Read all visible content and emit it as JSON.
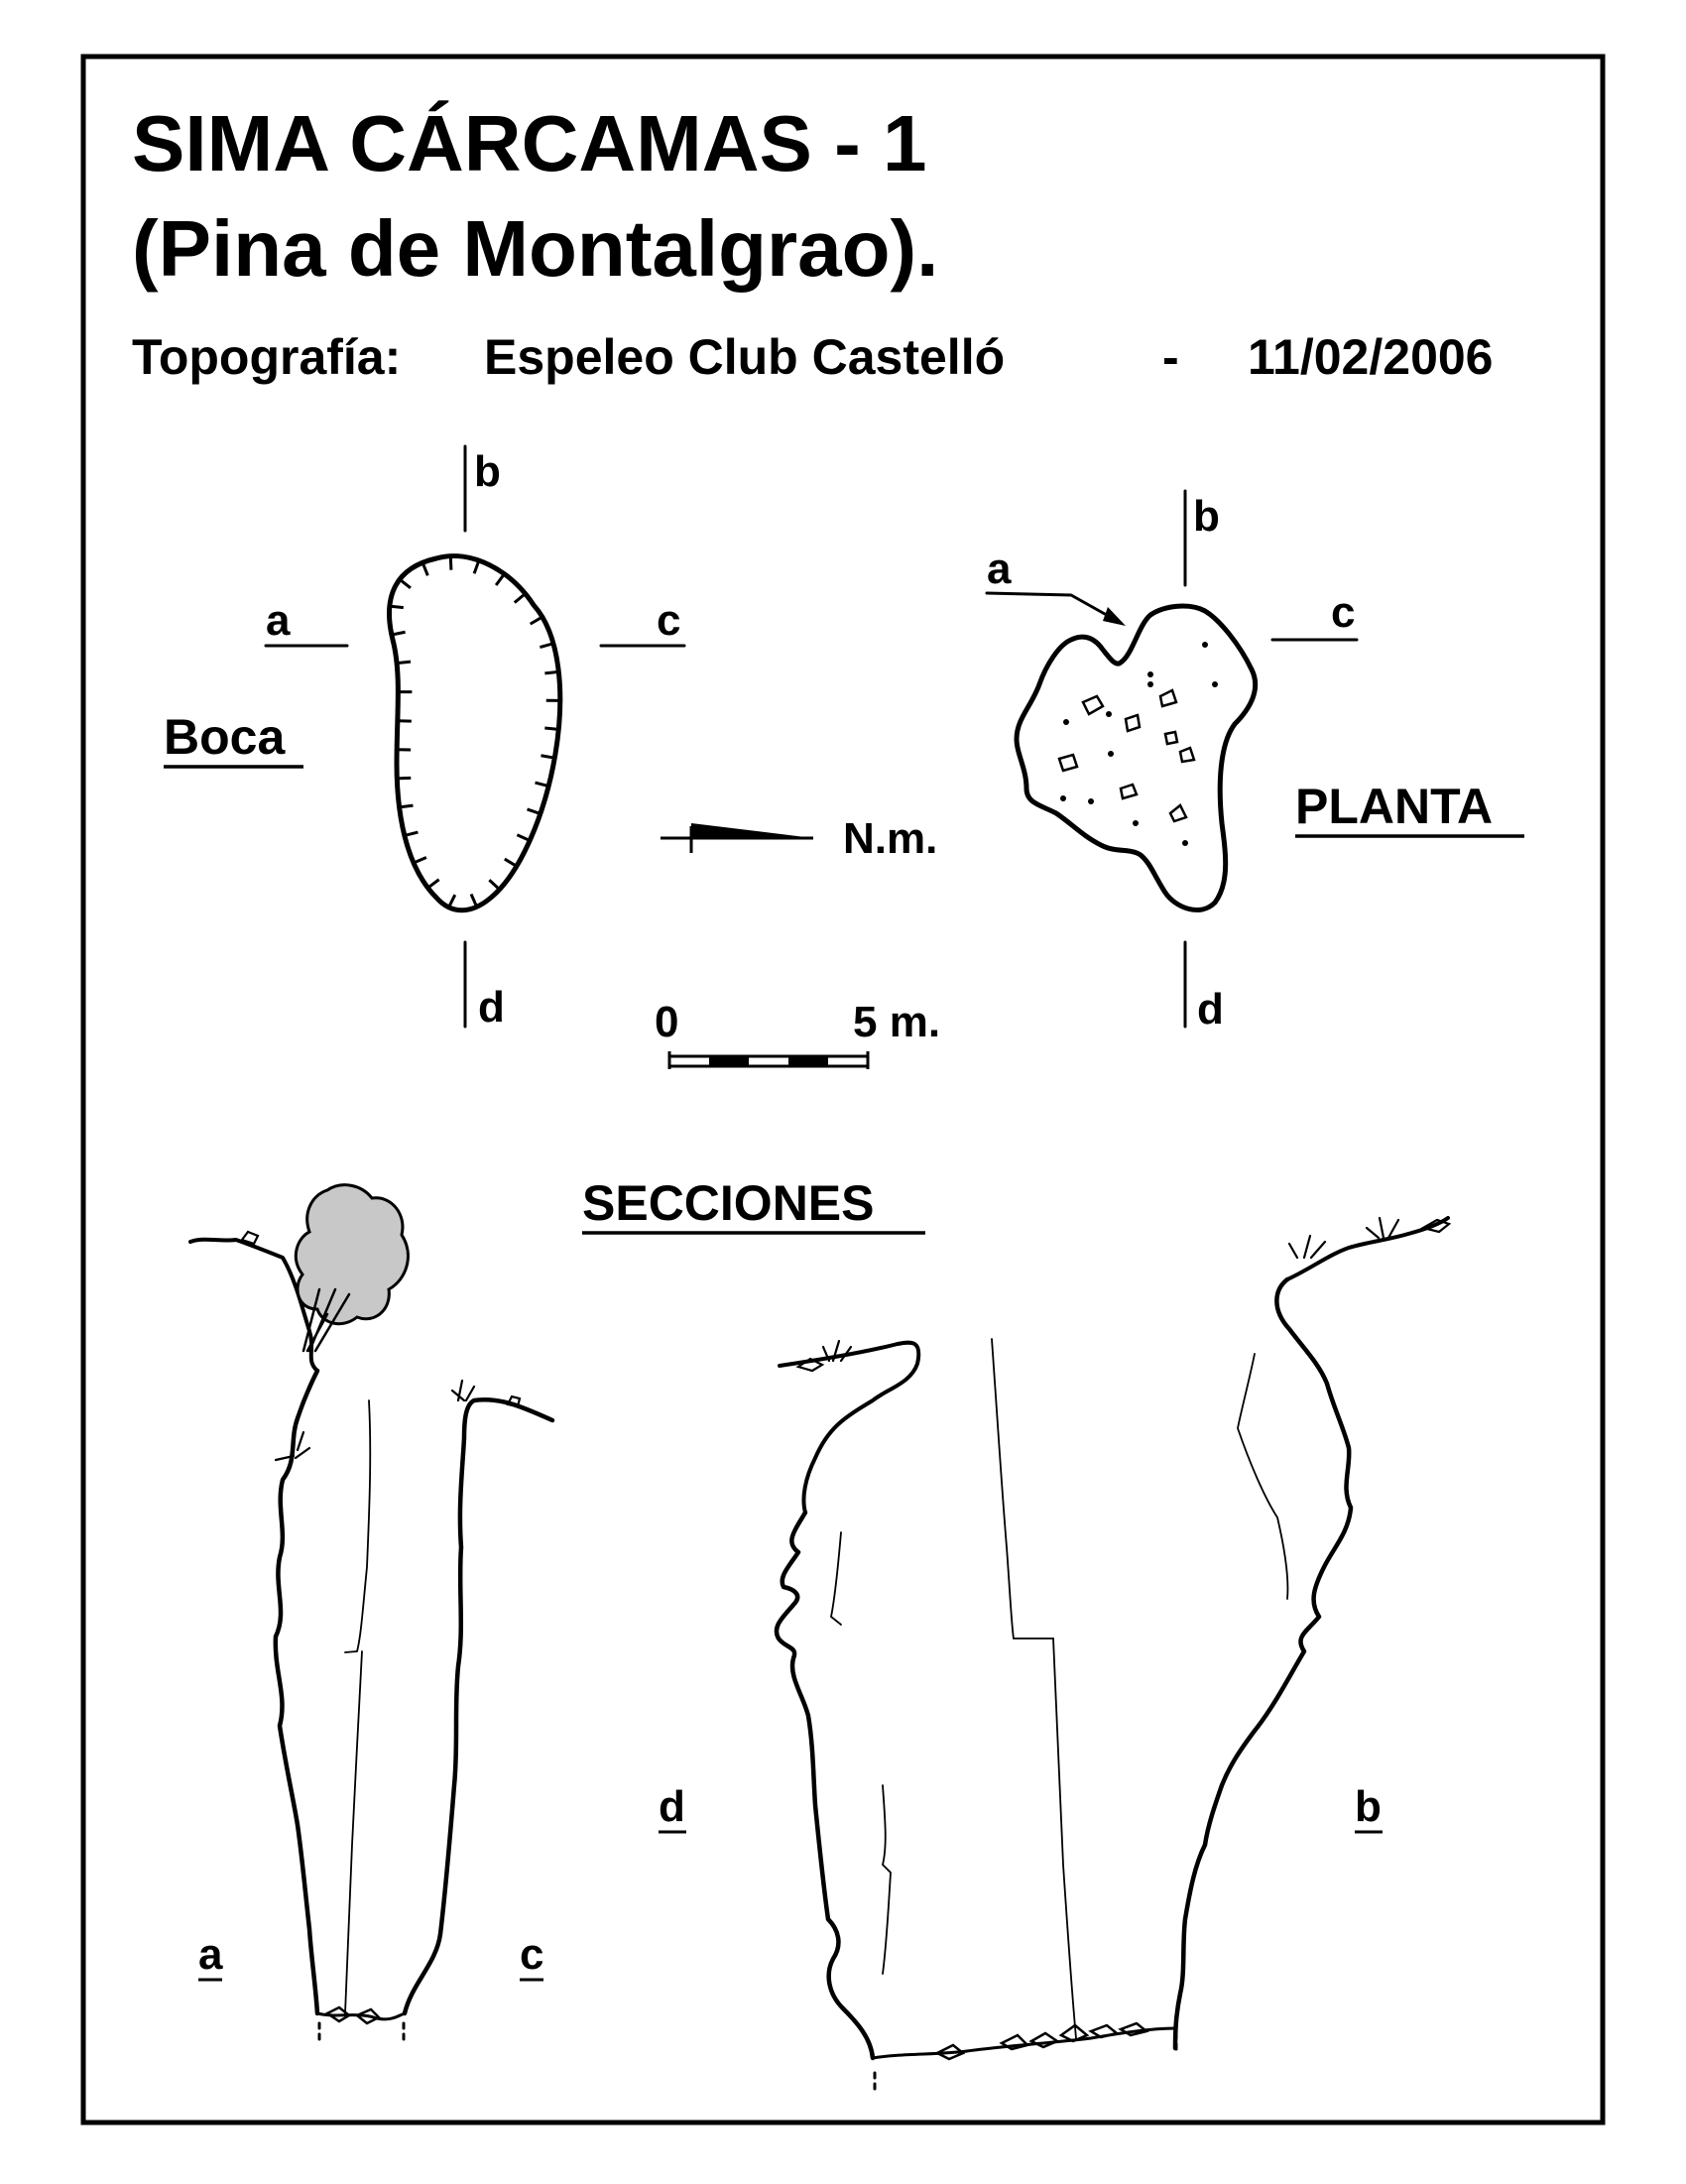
{
  "title": {
    "line1": "SIMA  CÁRCAMAS - 1",
    "line2": "(Pina  de  Montalgrao)."
  },
  "credit": {
    "label": "Topografía:",
    "team": "Espeleo Club Castelló",
    "sep": "-",
    "date": "11/02/2006"
  },
  "boca": {
    "heading": "Boca",
    "marks": {
      "a": "a",
      "b": "b",
      "c": "c",
      "d": "d"
    }
  },
  "planta": {
    "heading": "PLANTA",
    "marks": {
      "a": "a",
      "b": "b",
      "c": "c",
      "d": "d"
    }
  },
  "north": {
    "label": "N.m."
  },
  "scale": {
    "zero": "0",
    "end": "5 m."
  },
  "secciones": {
    "heading": "SECCIONES",
    "left_a": "a",
    "left_c": "c",
    "right_d": "d",
    "right_b": "b"
  },
  "colors": {
    "ink": "#000000",
    "paper": "#ffffff",
    "tree": "#c8c8c8"
  }
}
